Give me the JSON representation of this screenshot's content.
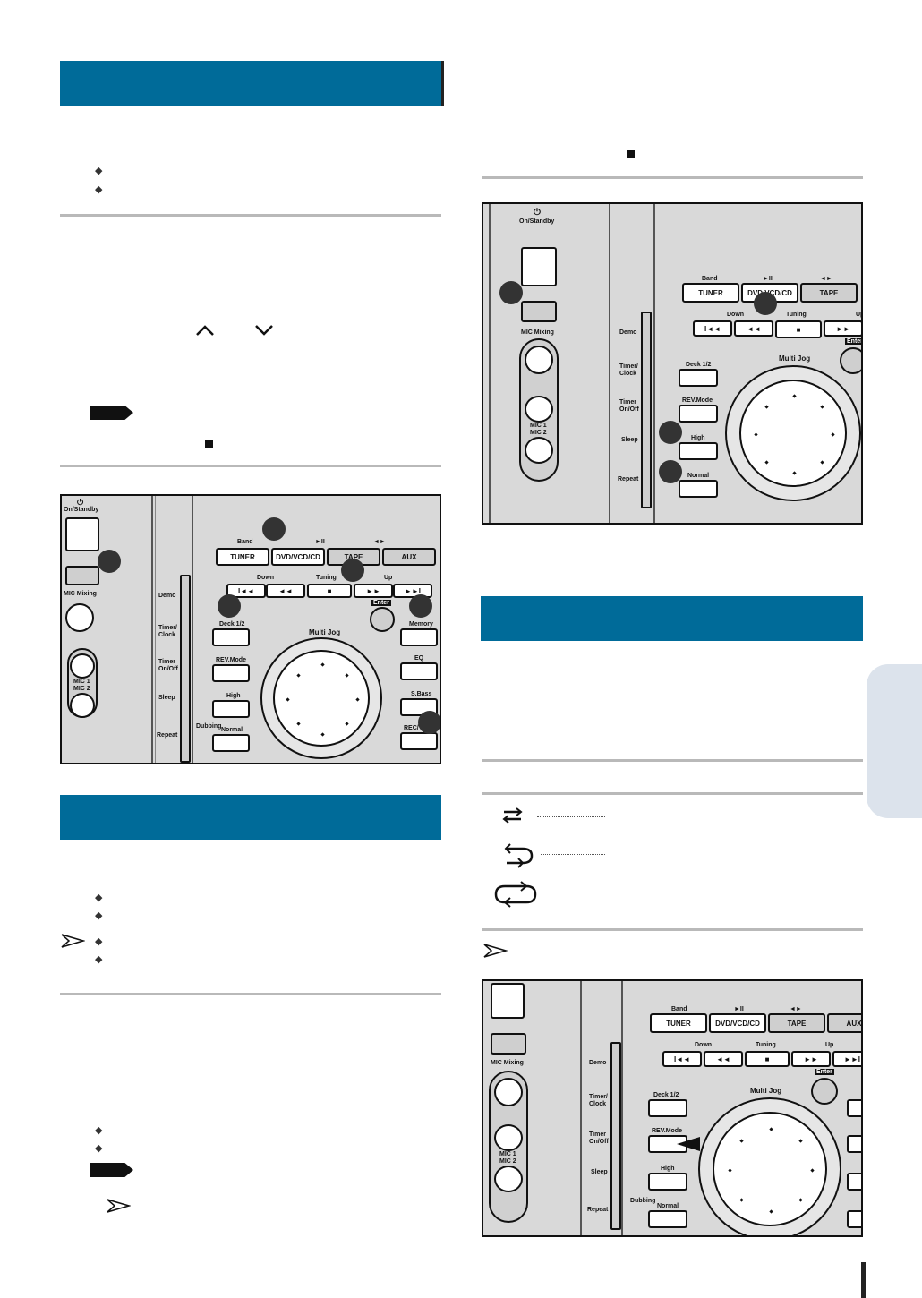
{
  "panel_labels": {
    "on_standby": "On/Standby",
    "mic_mixing": "MIC Mixing",
    "mic1": "MIC 1",
    "mic2": "MIC 2",
    "demo": "Demo",
    "timer_clock": "Timer/ Clock",
    "timer_onoff": "Timer On/Off",
    "sleep": "Sleep",
    "repeat": "Repeat",
    "band": "Band",
    "play_pause": "►II",
    "tape_dir": "◄►",
    "tuner": "TUNER",
    "dvd": "DVD/VCD/CD",
    "tape": "TAPE",
    "aux": "AUX",
    "down": "Down",
    "tuning": "Tuning",
    "up": "Up",
    "enter": "Enter",
    "multi_jog": "Multi Jog",
    "deck": "Deck 1/2",
    "rev_mode": "REV.Mode",
    "high": "High",
    "normal": "Normal",
    "dubbing": "Dubbing",
    "memory": "Memory",
    "eq": "EQ",
    "sbass": "S.Bass",
    "rec": "REC/",
    "skip_back": "I◄◄",
    "rewind": "◄◄",
    "stop": "■",
    "ffwd": "►►",
    "skip_fwd": "►►I"
  },
  "icons": [
    "bullet-diamond",
    "chevron-up",
    "chevron-down",
    "stop-square",
    "note-flag",
    "arrow-pointer",
    "one-way-arrows",
    "reverse-arrows",
    "loop-arrows"
  ],
  "colors": {
    "section_bar": "#006b99",
    "rule": "#b9b9b9",
    "side_tab": "#dce3ec",
    "panel": "#d9d9d9"
  }
}
